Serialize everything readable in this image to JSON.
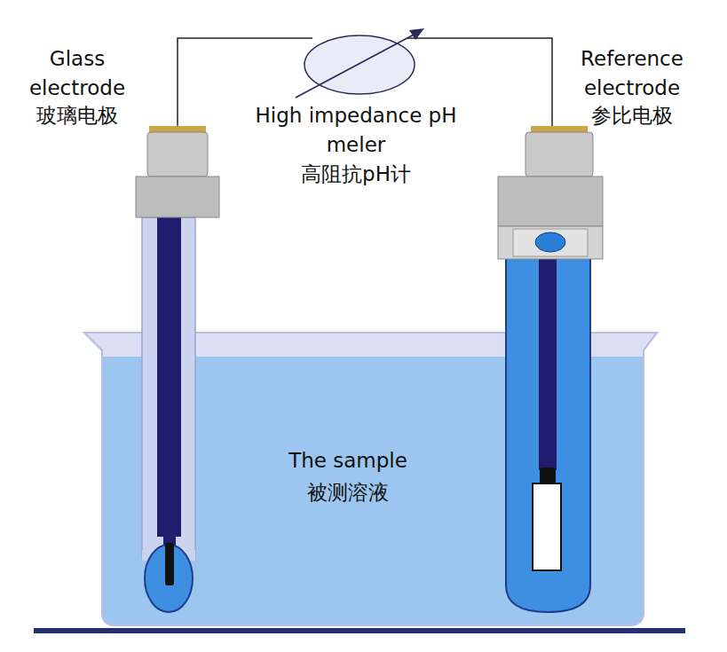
{
  "diagram": {
    "labels": [
      "Glass electrode",
      "玻璃电极",
      "High impedance pH meler",
      "高阻抗pH计",
      "Reference electrode",
      "参比电极",
      "The sample",
      "被测溶液"
    ]
  }
}
